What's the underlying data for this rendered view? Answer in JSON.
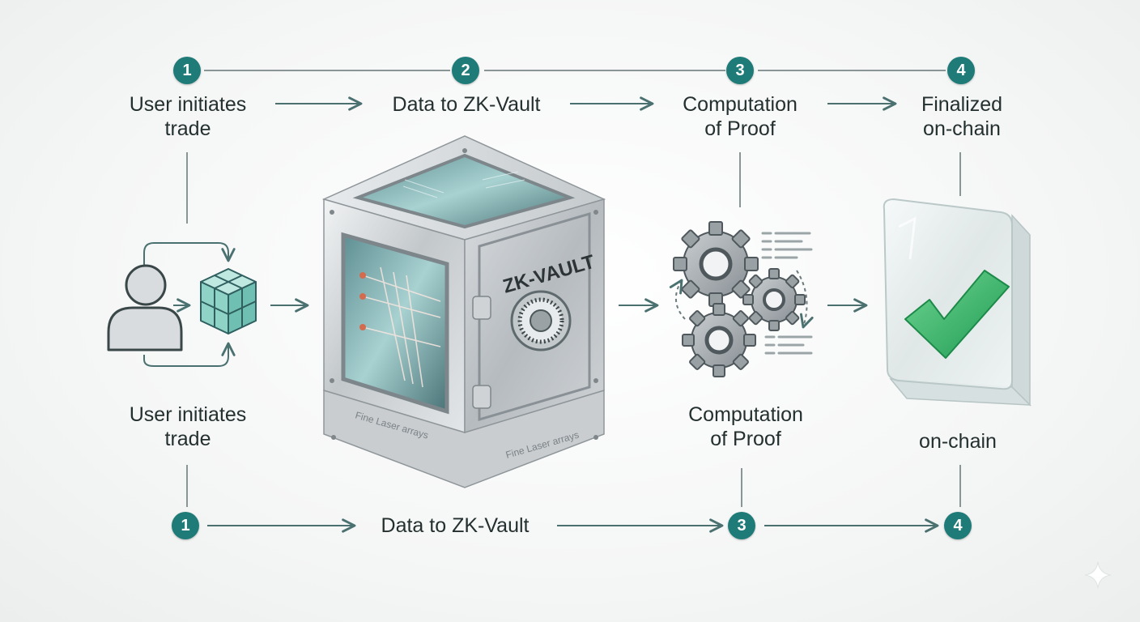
{
  "top_steps": [
    {
      "number": "1",
      "label": "User initiates\ntrade"
    },
    {
      "number": "2",
      "label": "Data to ZK-Vault"
    },
    {
      "number": "3",
      "label": "Computation\nof Proof"
    },
    {
      "number": "4",
      "label": "Finalized\non-chain"
    }
  ],
  "bottom_steps": [
    {
      "number": "1"
    },
    {
      "label": "Data to ZK-Vault"
    },
    {
      "number": "3"
    },
    {
      "number": "4"
    }
  ],
  "mid_labels": {
    "user": "User initiates\ntrade",
    "proof": "Computation\nof Proof",
    "chain": "on-chain"
  },
  "vault": {
    "brand": "ZK-VAULT",
    "etch_left": "Fine Laser arrays",
    "etch_right": "Fine Laser arrays"
  },
  "icons": [
    "user-icon",
    "cube-icon",
    "vault-icon",
    "gear-icon",
    "checkmark-icon",
    "sparkle-icon"
  ],
  "colors": {
    "accent": "#1f7b78",
    "arrow": "#4a7170",
    "line": "#8a9595",
    "check": "#3fb86a",
    "cube": "#8fd3c7"
  }
}
